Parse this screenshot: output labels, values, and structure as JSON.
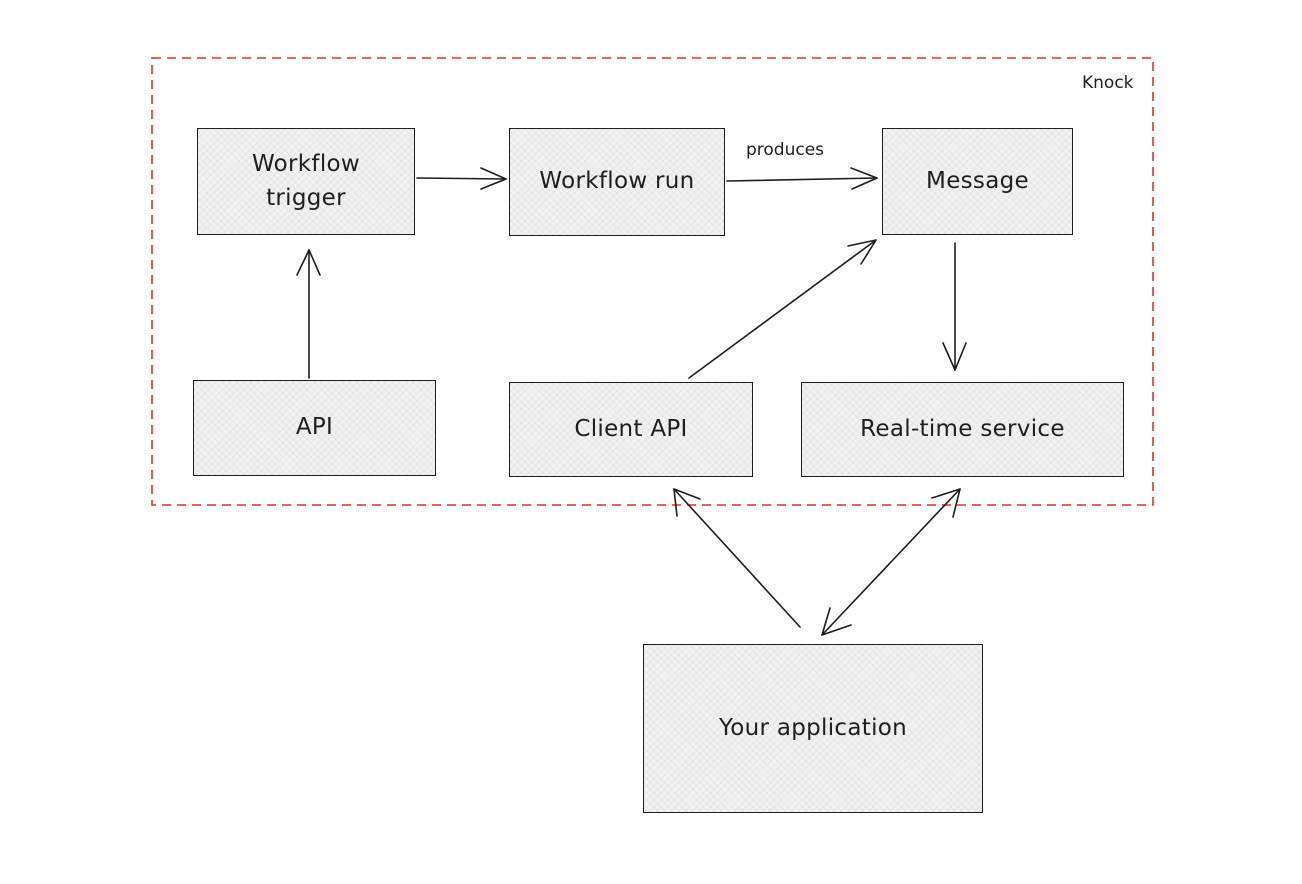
{
  "diagram": {
    "group": {
      "label": "Knock",
      "border_color": "#e03131"
    },
    "nodes": {
      "workflow_trigger": "Workflow\ntrigger",
      "workflow_run": "Workflow run",
      "message": "Message",
      "api": "API",
      "client_api": "Client API",
      "realtime_service": "Real-time service",
      "your_application": "Your application"
    },
    "edge_labels": {
      "run_to_message": "produces"
    },
    "edges": [
      {
        "from": "api",
        "to": "workflow_trigger"
      },
      {
        "from": "workflow_trigger",
        "to": "workflow_run"
      },
      {
        "from": "workflow_run",
        "to": "message",
        "label": "produces"
      },
      {
        "from": "client_api",
        "to": "message"
      },
      {
        "from": "message",
        "to": "realtime_service"
      },
      {
        "from": "your_application",
        "to": "client_api"
      },
      {
        "from": "your_application",
        "to": "realtime_service",
        "bidirectional": true
      }
    ],
    "colors": {
      "stroke": "#1e1e1e",
      "node_fill": "#f1f1f1",
      "background": "#ffffff"
    }
  }
}
